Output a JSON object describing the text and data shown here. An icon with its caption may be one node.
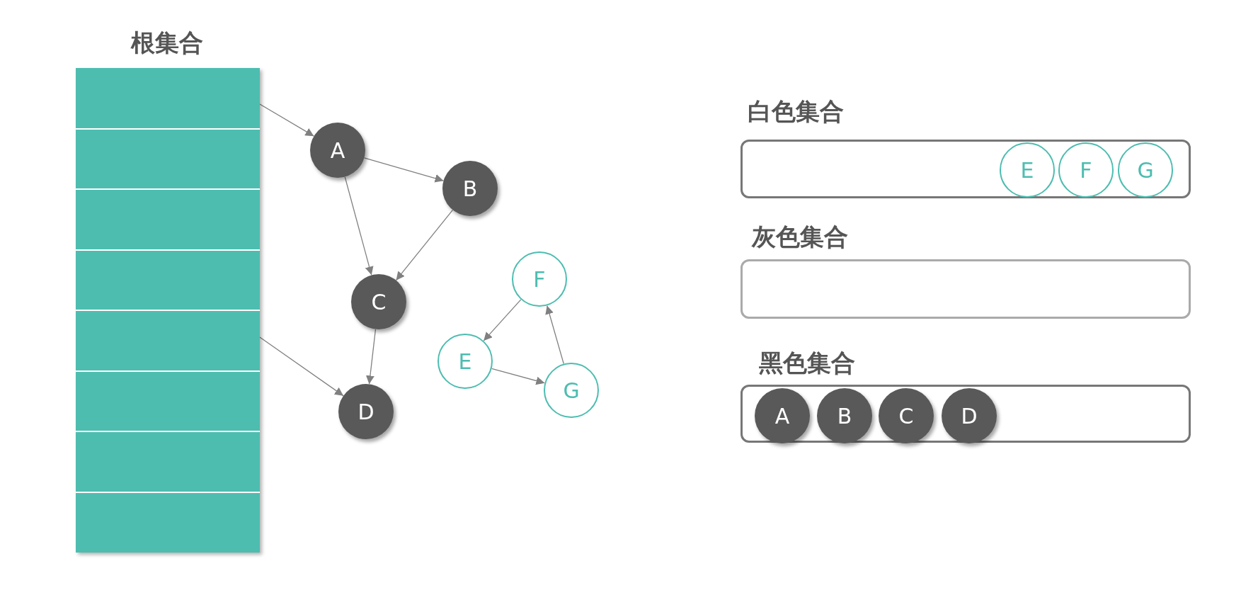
{
  "diagram": {
    "nodes": [
      {
        "text": [
          "根集合"
        ]
      },
      {
        "text": [
          "A"
        ]
      },
      {
        "text": [
          "B"
        ]
      },
      {
        "text": [
          "C"
        ]
      },
      {
        "text": [
          "D"
        ]
      },
      {
        "text": [
          "F"
        ]
      },
      {
        "text": [
          "E"
        ]
      },
      {
        "text": [
          "G"
        ]
      },
      {
        "text": [
          "白色集合"
        ]
      },
      {
        "text": [
          "E"
        ],
        "in": 8
      },
      {
        "text": [
          "F"
        ],
        "in": 8
      },
      {
        "text": [
          "G"
        ],
        "in": 8
      },
      {
        "text": [
          "灰色集合"
        ]
      },
      {
        "text": [
          "黑色集合"
        ]
      },
      {
        "text": [
          "A"
        ],
        "in": 13
      },
      {
        "text": [
          "B"
        ],
        "in": 13
      },
      {
        "text": [
          "C"
        ],
        "in": 13
      },
      {
        "text": [
          "D"
        ],
        "in": 13
      }
    ],
    "edges": [
      {
        "from": 0,
        "to": 1,
        "arrow": "to"
      },
      {
        "from": 1,
        "to": 2,
        "arrow": "to"
      },
      {
        "from": 1,
        "to": 3,
        "arrow": "to"
      },
      {
        "from": 2,
        "to": 3,
        "arrow": "to"
      },
      {
        "from": 0,
        "to": 4,
        "arrow": "to"
      },
      {
        "from": 3,
        "to": 4,
        "arrow": "to"
      },
      {
        "from": 5,
        "to": 6,
        "arrow": "to"
      },
      {
        "from": 6,
        "to": 7,
        "arrow": "to"
      },
      {
        "from": 7,
        "to": 5,
        "arrow": "to"
      }
    ]
  }
}
